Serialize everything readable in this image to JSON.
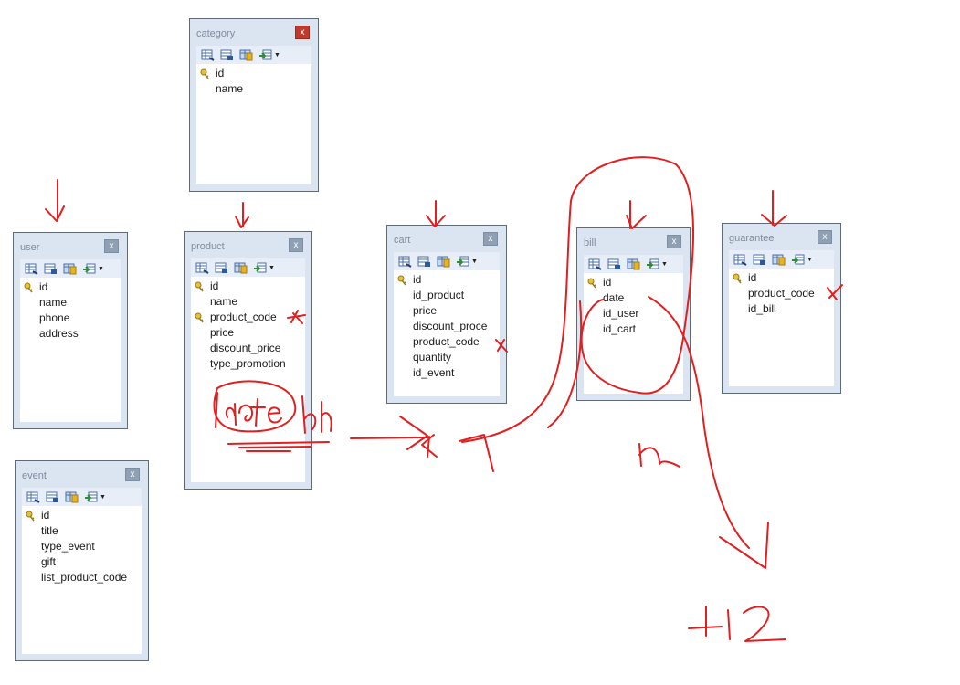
{
  "tables": {
    "category": {
      "title": "category",
      "close": "x",
      "columns": [
        "id",
        "name"
      ]
    },
    "user": {
      "title": "user",
      "close": "x",
      "columns": [
        "id",
        "name",
        "phone",
        "address"
      ]
    },
    "product": {
      "title": "product",
      "close": "x",
      "columns": [
        "id",
        "name",
        "product_code",
        "price",
        "discount_price",
        "type_promotion"
      ]
    },
    "cart": {
      "title": "cart",
      "close": "x",
      "columns": [
        "id",
        "id_product",
        "price",
        "discount_proce",
        "product_code",
        "quantity",
        "id_event"
      ]
    },
    "bill": {
      "title": "bill",
      "close": "x",
      "columns": [
        "id",
        "date",
        "id_user",
        "id_cart"
      ]
    },
    "guarantee": {
      "title": "guarantee",
      "close": "x",
      "columns": [
        "id",
        "product_code",
        "id_bill"
      ]
    },
    "event": {
      "title": "event",
      "close": "x",
      "columns": [
        "id",
        "title",
        "type_event",
        "gift",
        "list_product_code"
      ]
    }
  },
  "toolbar_icons": [
    "select-columns-icon",
    "table-design-icon",
    "key-index-icon",
    "add-related-icon"
  ],
  "key_icon": "key-icon",
  "colors": {
    "window_bg": "#dbe4f1",
    "close_active": "#c0392b",
    "close_inactive": "#8fa0b4",
    "ink": "#e02020",
    "key": "#e0b020"
  }
}
